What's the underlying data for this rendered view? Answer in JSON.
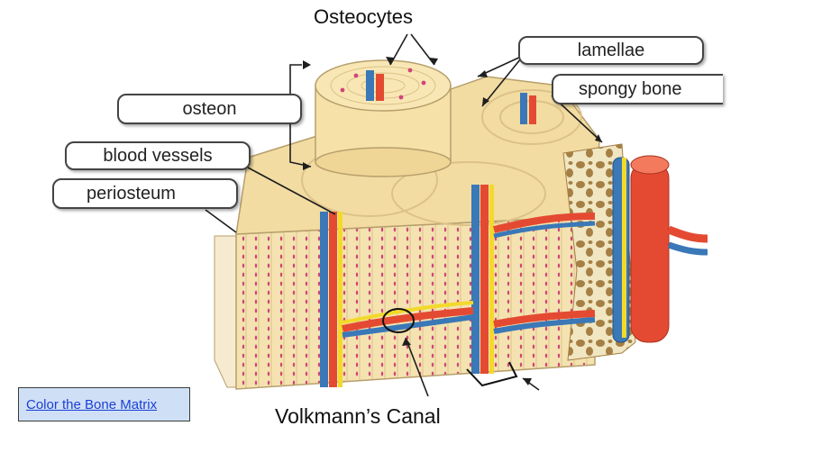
{
  "labels": {
    "osteocytes": "Osteocytes",
    "lamellae": "lamellae",
    "spongy_bone": "spongy bone",
    "osteon": "osteon",
    "blood_vessels": "blood vessels",
    "periosteum": "periosteum",
    "volkmanns_canal": "Volkmann’s Canal"
  },
  "link": {
    "text": "Color the Bone Matrix"
  },
  "colors": {
    "bone": "#f4e3b0",
    "bone_dark": "#e9cc8a",
    "osteocyte": "#d0457a",
    "artery": "#e44a32",
    "vein": "#3a78b7",
    "nerve": "#f3d92a",
    "spongy": "#a57f44",
    "link_bg": "#cfe0f6"
  }
}
